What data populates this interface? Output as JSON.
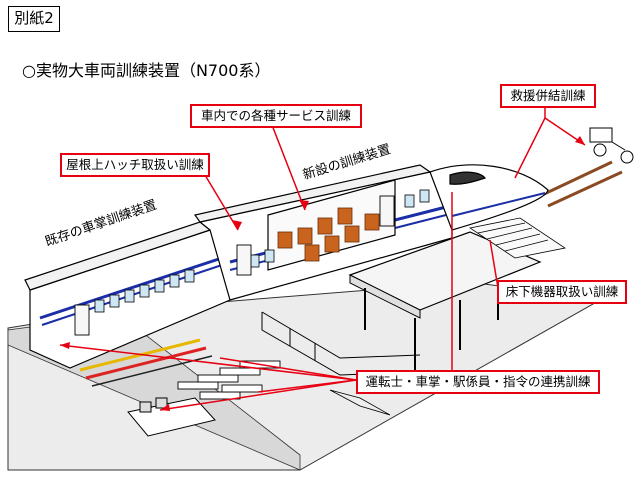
{
  "doc_tag": "別紙2",
  "heading": "○実物大車両訓練装置（N700系）",
  "systems": {
    "existing": "既存の車掌訓練装置",
    "new": "新設の訓練装置"
  },
  "callouts": {
    "interior": "車内での各種サービス訓練",
    "roof": "屋根上ハッチ取扱い訓練",
    "rescue": "救援併結訓練",
    "underfloor": "床下機器取扱い訓練",
    "coordination": "運転士・車掌・駅係員・指令の連携訓練"
  },
  "colors": {
    "callout_border": "#e60012",
    "train_stripe": "#1a2ea8",
    "rails": "#8a4a22"
  }
}
